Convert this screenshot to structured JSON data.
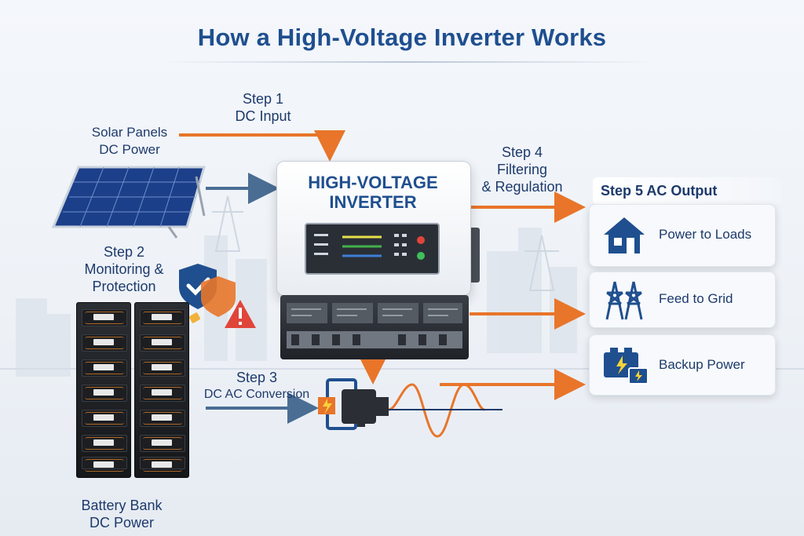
{
  "title": "How a High-Voltage Inverter Works",
  "step1": {
    "line1": "Step 1",
    "line2": "DC Input"
  },
  "solar": {
    "line1": "Solar Panels",
    "line2": "DC Power"
  },
  "step2": {
    "line1": "Step 2",
    "line2": "Monitoring &",
    "line3": "Protection"
  },
  "step3": {
    "line1": "Step 3",
    "line2": "DC AC Conversion"
  },
  "step4": {
    "line1": "Step 4",
    "line2": "Filtering",
    "line3": "& Regulation"
  },
  "inverter": {
    "line1": "HIGH-VOLTAGE",
    "line2": "INVERTER"
  },
  "battery": {
    "line1": "Battery Bank",
    "line2": "DC Power"
  },
  "output": {
    "header": "Step 5 AC Output",
    "items": [
      {
        "label": "Power to Loads",
        "icon": "house-icon"
      },
      {
        "label": "Feed to Grid",
        "icon": "transmission-tower-icon"
      },
      {
        "label": "Backup Power",
        "icon": "battery-bolt-icon"
      }
    ]
  },
  "colors": {
    "arrow_orange": "#e8752a",
    "arrow_blue": "#4a6d94",
    "title_blue": "#1f4f8f",
    "accent_navy": "#1d3a6b"
  }
}
